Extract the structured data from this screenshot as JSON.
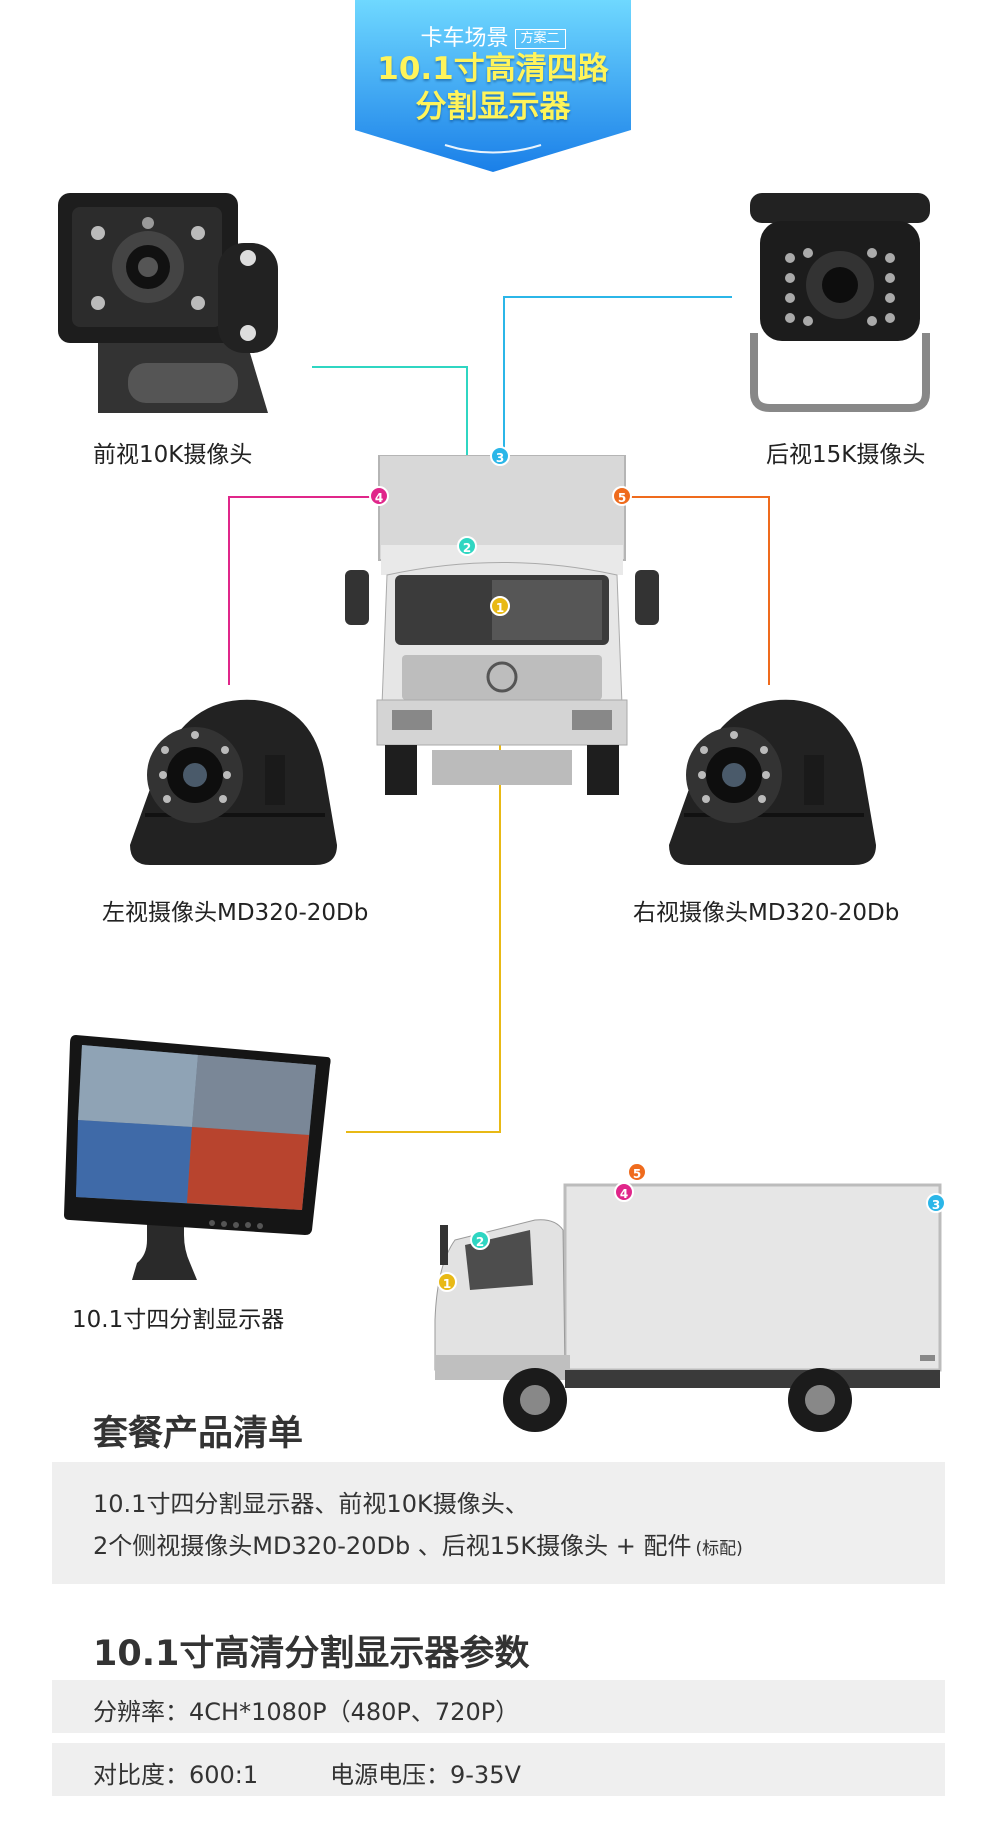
{
  "header": {
    "scene": "卡车场景",
    "plan_tag": "方案二",
    "title_line1": "10.1寸高清四路",
    "title_line2": "分割显示器"
  },
  "cameras": {
    "front_label": "前视10K摄像头",
    "rear_label": "后视15K摄像头",
    "left_label": "左视摄像头MD320-20Db",
    "right_label": "右视摄像头MD320-20Db",
    "monitor_label": "10.1寸四分割显示器"
  },
  "markers": {
    "m1": "1",
    "m2": "2",
    "m3": "3",
    "m4": "4",
    "m5": "5"
  },
  "colors": {
    "m1": "#e8b915",
    "m2": "#2fd6c2",
    "m3": "#2bb6e8",
    "m4": "#e0268a",
    "m5": "#ef6b1d",
    "badge_top": "#5fd0ff",
    "badge_bottom": "#1a7fe8"
  },
  "package": {
    "title": "套餐产品清单",
    "line1": "10.1寸四分割显示器、前视10K摄像头、",
    "line2": "2个侧视摄像头MD320-20Db 、后视15K摄像头 + 配件",
    "line2_note": "(标配)"
  },
  "specs": {
    "title": "10.1寸高清分割显示器参数",
    "resolution": "分辨率：4CH*1080P（480P、720P）",
    "contrast": "对比度：600:1",
    "power": "电源电压：9-35V"
  }
}
